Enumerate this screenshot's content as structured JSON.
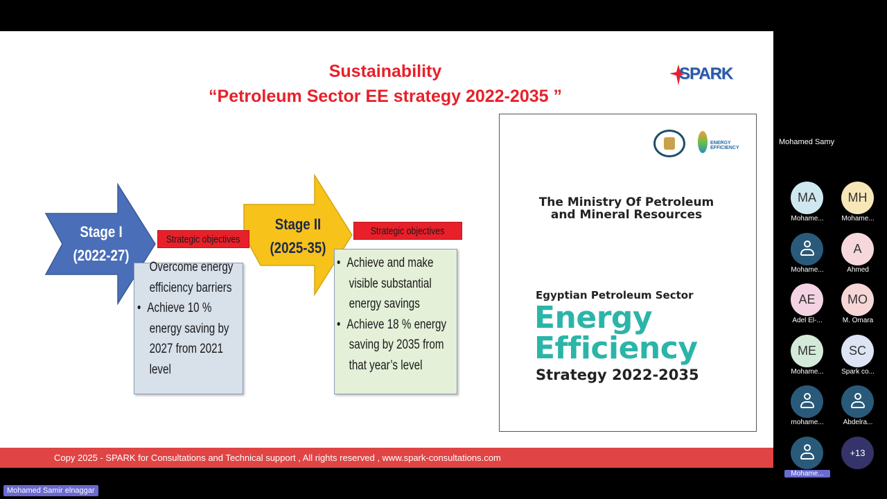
{
  "slide": {
    "title_line1": "Sustainability",
    "title_line2": "“Petroleum Sector EE strategy 2022-2035 ”",
    "logo_text": "SPARK",
    "stage1": {
      "label_line1": "Stage I",
      "label_line2": "(2022-27)",
      "objectives_header": "Strategic objectives",
      "lines": [
        "Overcome energy",
        "efficiency barriers",
        "Achieve 10 %",
        "energy saving by",
        "2027 from 2021",
        "level"
      ],
      "bullet": "•"
    },
    "stage2": {
      "label_line1": "Stage II",
      "label_line2": "(2025-35)",
      "objectives_header": "Strategic objectives",
      "lines": [
        "Achieve and make",
        "visible substantial",
        "energy savings",
        "Achieve 18 % energy",
        "saving by 2035 from",
        "that year’s level"
      ],
      "bullet": "•"
    },
    "cover": {
      "ee_logo_text1": "ENERGY",
      "ee_logo_text2": "EFFICIENCY",
      "ministry_line1": "The Ministry Of Petroleum",
      "ministry_line2": "and Mineral Resources",
      "sector": "Egyptian Petroleum Sector",
      "big_line1": "Energy",
      "big_line2": "Efficiency",
      "strategy": "Strategy 2022-2035"
    },
    "footer": "Copy 2025 - SPARK for Consultations and Technical support , All rights reserved , www.spark-consultations.com"
  },
  "panel": {
    "active_speaker": "Mohamed Samy",
    "participants": [
      {
        "initials": "MA",
        "name": "Mohame...",
        "color": "#cfe8ef",
        "icon": "initials"
      },
      {
        "initials": "MH",
        "name": "Mohame...",
        "color": "#f7e7b8",
        "icon": "initials"
      },
      {
        "initials": "",
        "name": "Mohame...",
        "color": "#2a5a7a",
        "icon": "person-icon"
      },
      {
        "initials": "A",
        "name": "Ahmed",
        "color": "#f6d7dc",
        "icon": "initials"
      },
      {
        "initials": "AE",
        "name": "Adel El-...",
        "color": "#f3d3e3",
        "icon": "initials"
      },
      {
        "initials": "MO",
        "name": "M. Omara",
        "color": "#f6d6d6",
        "icon": "initials"
      },
      {
        "initials": "ME",
        "name": "Mohame...",
        "color": "#d4ead8",
        "icon": "initials"
      },
      {
        "initials": "SC",
        "name": "Spark co...",
        "color": "#dde4f3",
        "icon": "initials"
      },
      {
        "initials": "",
        "name": "mohame...",
        "color": "#2a5a7a",
        "icon": "person-icon"
      },
      {
        "initials": "",
        "name": "Abdelra...",
        "color": "#2a5a7a",
        "icon": "person-icon"
      },
      {
        "initials": "",
        "name": "Mohame...",
        "color": "#2a5a7a",
        "icon": "person-icon"
      },
      {
        "initials": "+13",
        "name": "",
        "color": "#34346a",
        "icon": "more"
      }
    ]
  },
  "speaker_tag": "Mohamed Samir elnaggar"
}
